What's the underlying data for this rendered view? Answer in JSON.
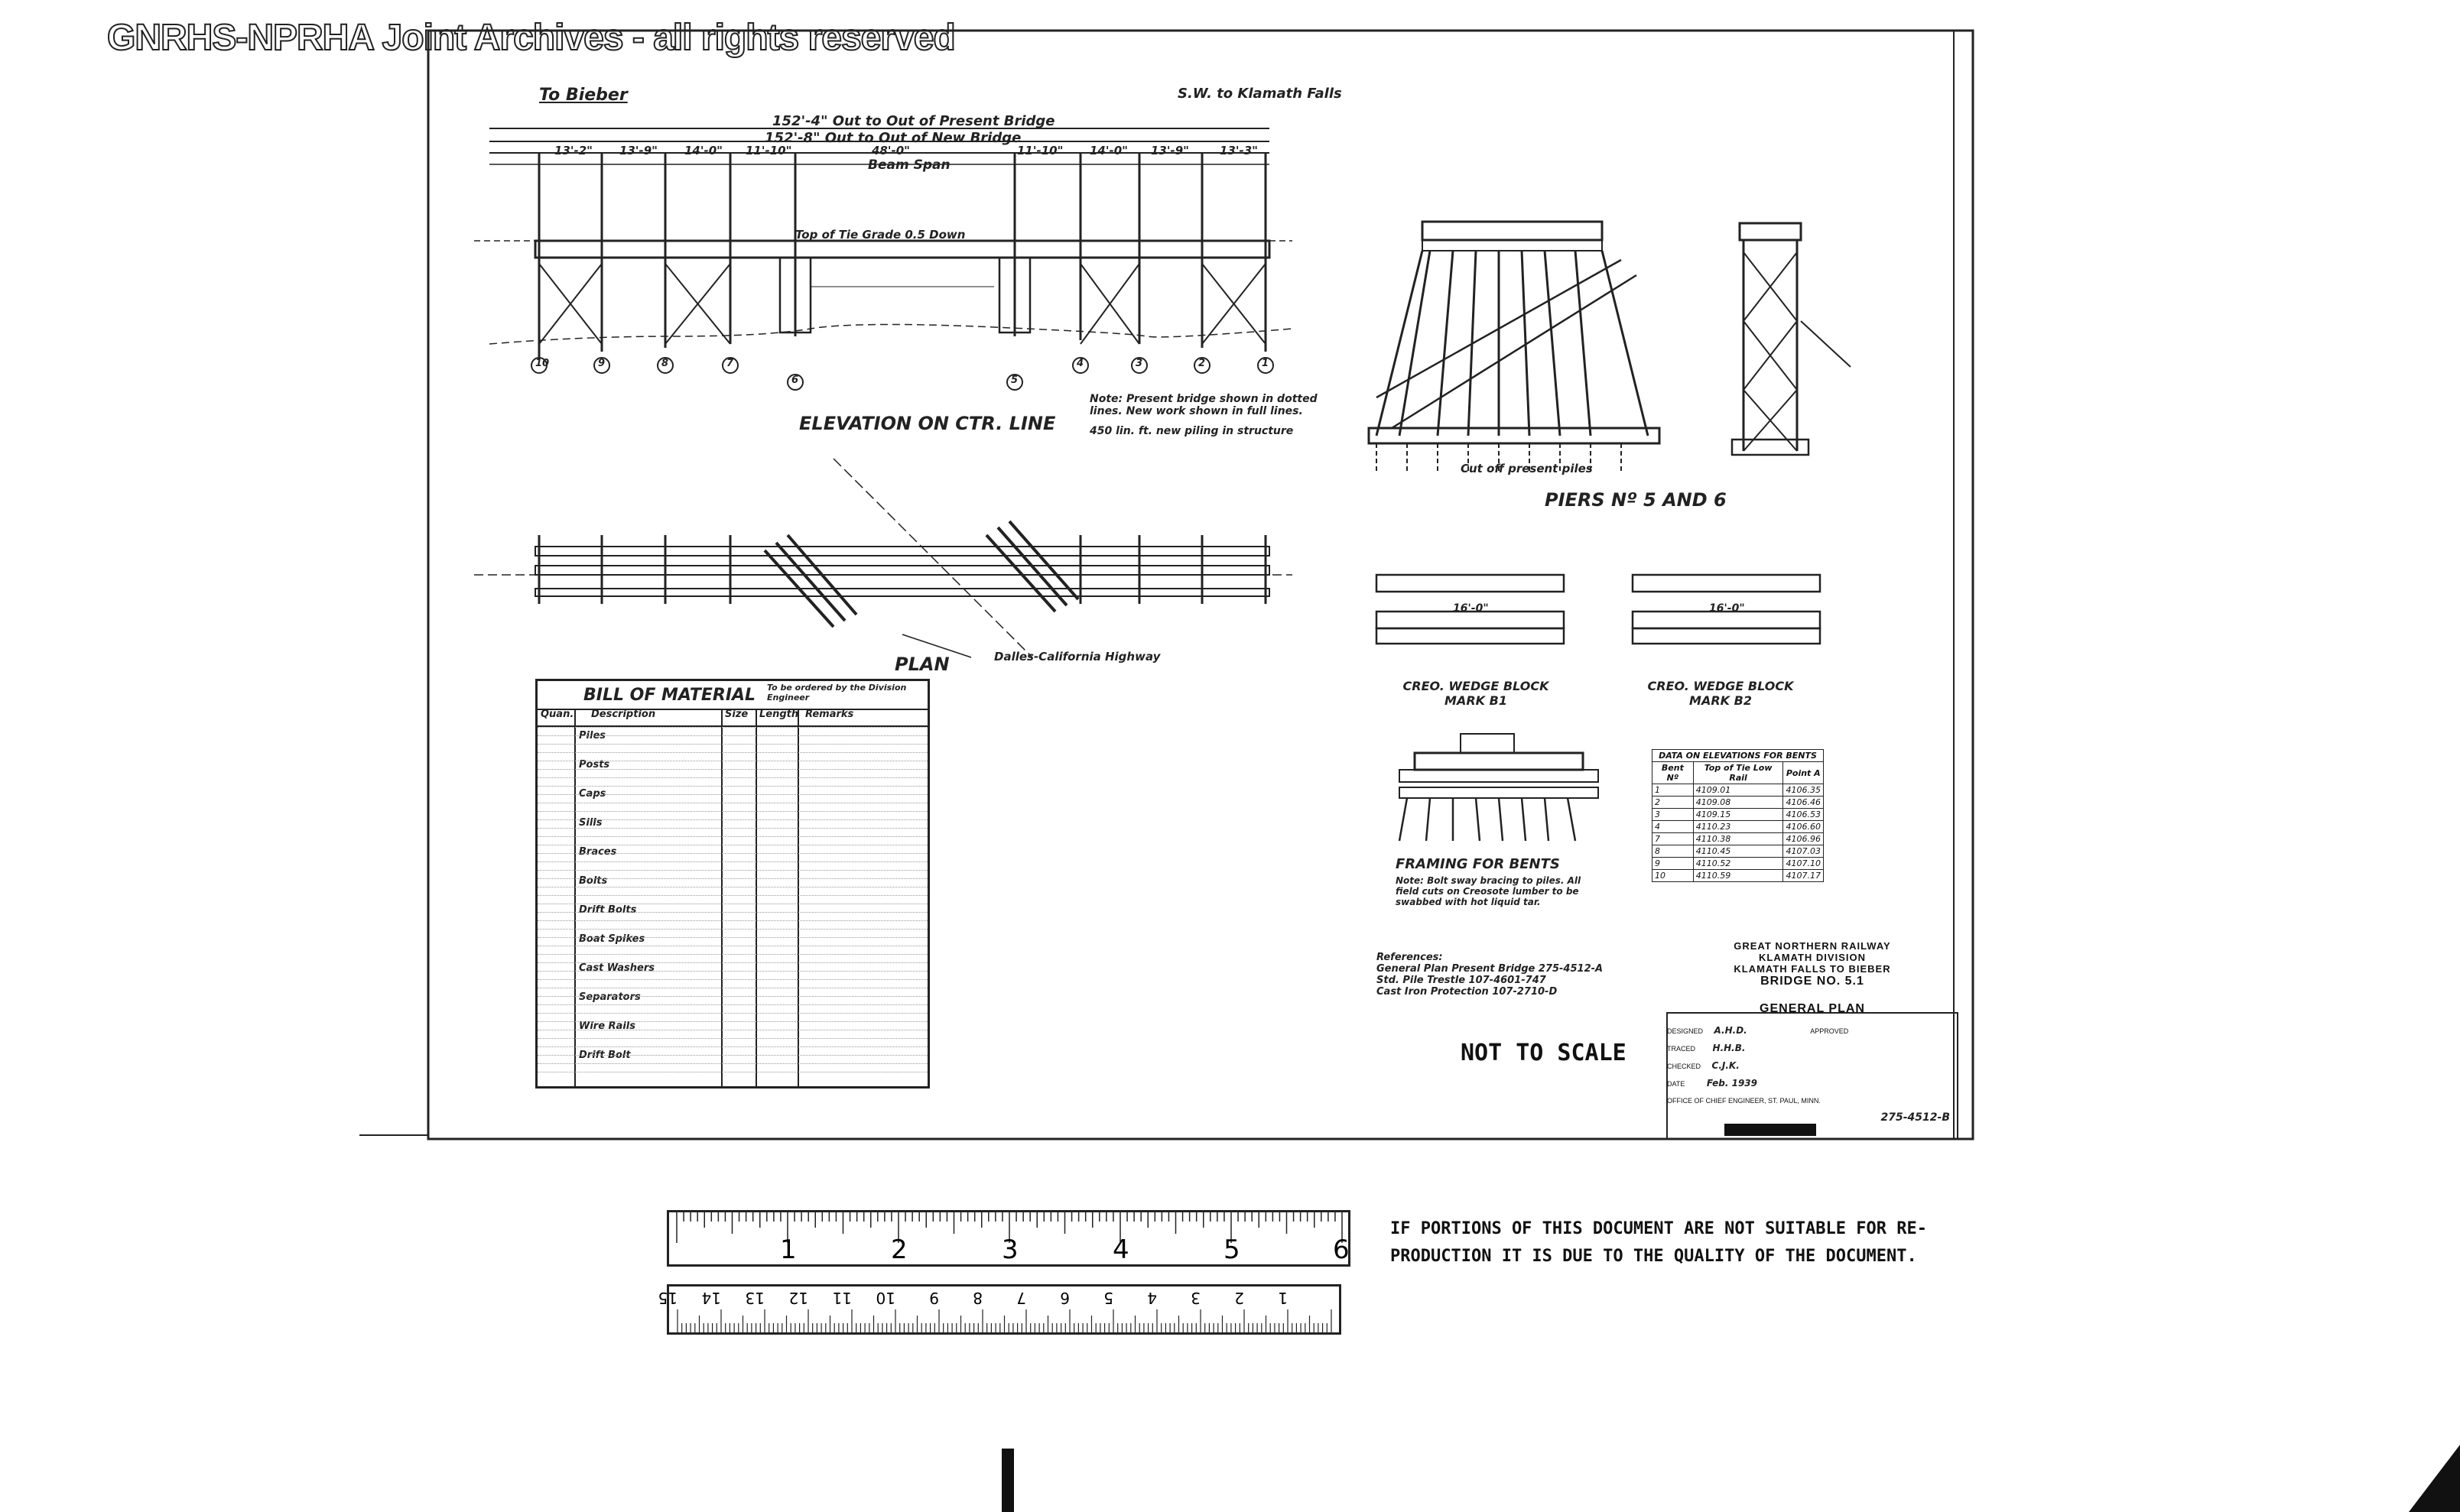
{
  "watermark": "GNRHS-NPRHA Joint Archives - all rights reserved",
  "drawing": {
    "to_bieber": "To Bieber",
    "to_klamath": "S.W. to Klamath Falls",
    "overall_present": "152'-4\" Out to Out of Present Bridge",
    "overall_new": "152'-8\" Out to Out of New Bridge",
    "beam_span": "Beam Span",
    "spans": [
      "13'-2\"",
      "13'-9\"",
      "14'-0\"",
      "11'-10\"",
      "48'-0\"",
      "11'-10\"",
      "14'-0\"",
      "13'-9\"",
      "13'-3\""
    ],
    "top_of_tie": "Top of Tie  Grade 0.5   Down",
    "bent_numbers": [
      "10",
      "9",
      "8",
      "7",
      "6",
      "5",
      "4",
      "3",
      "2",
      "1"
    ],
    "elevation_title": "ELEVATION ON CTR. LINE",
    "elevation_note": "Note: Present bridge shown in dotted lines. New work shown in full lines.",
    "piling_note": "450 lin. ft. new piling in structure",
    "plan_title": "PLAN",
    "highway": "Dalles-California Highway",
    "piers_title": "PIERS Nº 5 AND 6",
    "cut_off": "Cut off present piles",
    "wedge_b1": "CREO. WEDGE BLOCK MARK B1",
    "wedge_b2": "CREO. WEDGE BLOCK MARK B2",
    "wedge_dim": "16'-0\"",
    "framing_title": "FRAMING FOR BENTS",
    "framing_note": "Note: Bolt sway bracing to piles. All field cuts on Creosote lumber to be swabbed with hot liquid tar."
  },
  "bill_of_material": {
    "title": "BILL OF MATERIAL",
    "subtitle": "To be ordered by the Division Engineer",
    "columns": [
      "Quan.",
      "Description",
      "Size",
      "Length",
      "Remarks"
    ],
    "items": [
      "Piles",
      "Posts",
      "Caps",
      "Sills",
      "Braces",
      "Bolts",
      "Drift Bolts",
      "Boat Spikes",
      "Cast Washers",
      "Separators",
      "Wire Rails",
      "Drift Bolt"
    ]
  },
  "elevations_table": {
    "title": "DATA ON ELEVATIONS FOR BENTS",
    "columns": [
      "Bent Nº",
      "Top of Tie Low Rail",
      "Point A"
    ],
    "rows": [
      [
        "1",
        "4109.01",
        "4106.35"
      ],
      [
        "2",
        "4109.08",
        "4106.46"
      ],
      [
        "3",
        "4109.15",
        "4106.53"
      ],
      [
        "4",
        "4110.23",
        "4106.60"
      ],
      [
        "7",
        "4110.38",
        "4106.96"
      ],
      [
        "8",
        "4110.45",
        "4107.03"
      ],
      [
        "9",
        "4110.52",
        "4107.10"
      ],
      [
        "10",
        "4110.59",
        "4107.17"
      ]
    ]
  },
  "references": {
    "title": "References:",
    "lines": [
      "General Plan Present Bridge  275-4512-A",
      "Std. Pile Trestle  107-4601-747",
      "Cast Iron Protection  107-2710-D"
    ]
  },
  "title_block": {
    "railway": "GREAT NORTHERN RAILWAY",
    "division": "KLAMATH DIVISION",
    "route": "KLAMATH FALLS TO BIEBER",
    "bridge": "BRIDGE NO. 5.1",
    "plan": "GENERAL PLAN",
    "designed_label": "DESIGNED",
    "designed": "A.H.D.",
    "traced_label": "TRACED",
    "traced": "H.H.B.",
    "checked_label": "CHECKED",
    "checked": "C.J.K.",
    "approved_label": "APPROVED",
    "date_label": "DATE",
    "date": "Feb. 1939",
    "office": "OFFICE OF CHIEF ENGINEER, ST. PAUL, MINN.",
    "drawing_number": "275-4512-B"
  },
  "not_to_scale": "NOT TO SCALE",
  "notice_line1": "IF PORTIONS OF THIS DOCUMENT ARE NOT SUITABLE FOR RE-",
  "notice_line2": "PRODUCTION IT IS DUE TO THE QUALITY OF THE DOCUMENT.",
  "ruler_inches": [
    "1",
    "2",
    "3",
    "4",
    "5",
    "6"
  ],
  "ruler_cm": [
    "1",
    "2",
    "3",
    "4",
    "5",
    "6",
    "7",
    "8",
    "9",
    "10",
    "11",
    "12",
    "13",
    "14",
    "15"
  ]
}
